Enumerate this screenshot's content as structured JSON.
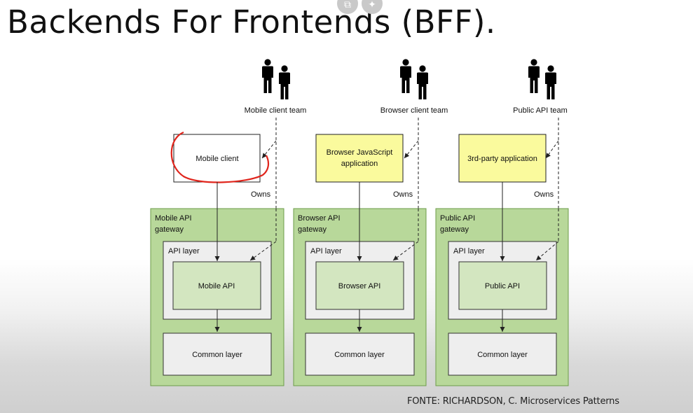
{
  "title": "Backends For Frontends (BFF).",
  "overlay": {
    "icon_left": "external-link-icon",
    "icon_right": "sparkle-icon"
  },
  "columns": [
    {
      "team": "Mobile client team",
      "client": "Mobile client",
      "owns": "Owns",
      "gateway_line1": "Mobile API",
      "gateway_line2": "gateway",
      "api_layer": "API layer",
      "api": "Mobile API",
      "common": "Common layer"
    },
    {
      "team": "Browser client team",
      "client_line1": "Browser JavaScript",
      "client_line2": "application",
      "owns": "Owns",
      "gateway_line1": "Browser API",
      "gateway_line2": "gateway",
      "api_layer": "API layer",
      "api": "Browser API",
      "common": "Common layer"
    },
    {
      "team": "Public API team",
      "client": "3rd-party application",
      "owns": "Owns",
      "gateway_line1": "Public API",
      "gateway_line2": "gateway",
      "api_layer": "API layer",
      "api": "Public API",
      "common": "Common layer"
    }
  ],
  "source": "FONTE: RICHARDSON, C. Microservices Patterns",
  "colors": {
    "gateway_fill": "#b8d89a",
    "gateway_stroke": "#6d9c4a",
    "api_fill": "#d3e6c0",
    "client_highlight": "#fafa9d",
    "layer_fill": "#eeeeee",
    "annotation": "#e0251c"
  }
}
